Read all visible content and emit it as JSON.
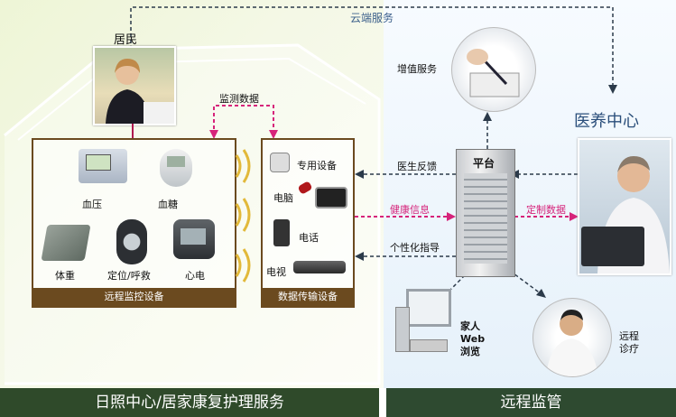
{
  "cloud_label": "云端服务",
  "resident_label": "居民",
  "monitor_data_label": "监测数据",
  "devices": {
    "blood_pressure": "血压",
    "blood_sugar": "血糖",
    "weight": "体重",
    "locate_call": "定位/呼救",
    "ecg": "心电"
  },
  "remote_device_box_title": "远程监控设备",
  "transfer": {
    "special": "专用设备",
    "computer": "电脑",
    "phone": "电话",
    "tv": "电视",
    "box_title": "数据传输设备"
  },
  "platform_label": "平台",
  "value_added_label": "增值服务",
  "medical_center_label": "医养中心",
  "arrows": {
    "doctor_feedback": "医生反馈",
    "health_info": "健康信息",
    "custom_data": "定制数据",
    "personal_guidance": "个性化指导"
  },
  "home_web": {
    "line1": "家人",
    "line2": "Web",
    "line3": "浏览"
  },
  "remote_diagnosis": {
    "line1": "远程",
    "line2": "诊疗"
  },
  "footer_left": "日照中心/居家康复护理服务",
  "footer_right": "远程监管",
  "colors": {
    "pink": "#d6237a",
    "dark_arrow": "#2b3a4a",
    "brown": "#6b4a1f",
    "green_footer": "#2f4a2a"
  }
}
